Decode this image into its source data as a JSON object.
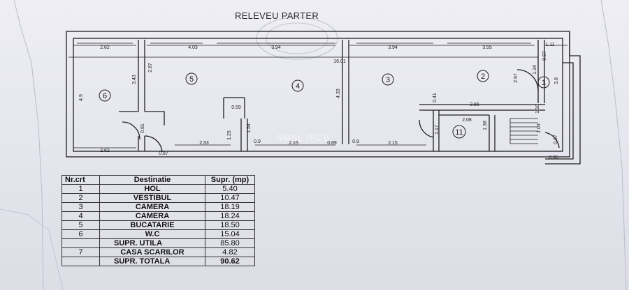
{
  "title": "RELEVEU PARTER",
  "watermark": "SMSL IFCB",
  "rooms": [
    {
      "id": "6",
      "label": "6"
    },
    {
      "id": "5",
      "label": "5"
    },
    {
      "id": "4",
      "label": "4"
    },
    {
      "id": "3",
      "label": "3"
    },
    {
      "id": "2",
      "label": "2"
    },
    {
      "id": "1",
      "label": "1"
    },
    {
      "id": "11",
      "label": "11"
    }
  ],
  "dimensions": {
    "top_2_62": "2.62",
    "top_4_03": "4.03",
    "top_3_94a": "3.94",
    "top_3_94b": "3.94",
    "top_3_55": "3.55",
    "top_1_11": "1.11",
    "overall_16_01": "16.01",
    "left_4_9": "4.9",
    "v_3_43": "3.43",
    "v_2_87": "2.87",
    "v_4_33": "4.33",
    "v_2_97": "2.97",
    "v_1_34": "1.34",
    "v_0_97": "0.97",
    "v_3_8": "3.8",
    "v_0_41": "0.41",
    "h_3_66": "3.66",
    "v_1_10": "1.10",
    "h_0_59": "0.59",
    "v_1_54": "1.54",
    "v_0_81": "0.81",
    "v_1_25": "1.25",
    "h_2_08": "2.08",
    "v_1_17": "1.17",
    "v_1_38": "1.38",
    "v_1_03": "1.03",
    "v_0_87r": "0.87",
    "bot_2_62": "2.62",
    "bot_0_87": "0.87",
    "bot_2_53": "2.53",
    "bot_0_9a": "0.9",
    "bot_2_15a": "2.15",
    "bot_0_89": "0.89",
    "bot_0_9b": "0.9",
    "bot_2_15b": "2.15",
    "bot_0_96": "0.96"
  },
  "table": {
    "headers": {
      "nr": "Nr.crt",
      "dest": "Destinatie",
      "area": "Supr. (mp)"
    },
    "rows": [
      {
        "nr": "1",
        "dest": "HOL",
        "area": "5.40"
      },
      {
        "nr": "2",
        "dest": "VESTIBUL",
        "area": "10.47"
      },
      {
        "nr": "3",
        "dest": "CAMERA",
        "area": "18.19"
      },
      {
        "nr": "4",
        "dest": "CAMERA",
        "area": "18.24"
      },
      {
        "nr": "5",
        "dest": "BUCATARIE",
        "area": "18.50"
      },
      {
        "nr": "6",
        "dest": "W.C",
        "area": "15.04"
      }
    ],
    "useful": {
      "nr": "",
      "dest": "SUPR. UTILA",
      "area": "85.80"
    },
    "stair": {
      "nr": "7",
      "dest": "CASA SCARILOR",
      "area": "4.82"
    },
    "total": {
      "nr": "",
      "dest": "SUPR. TOTALA",
      "area": "90.62"
    }
  }
}
